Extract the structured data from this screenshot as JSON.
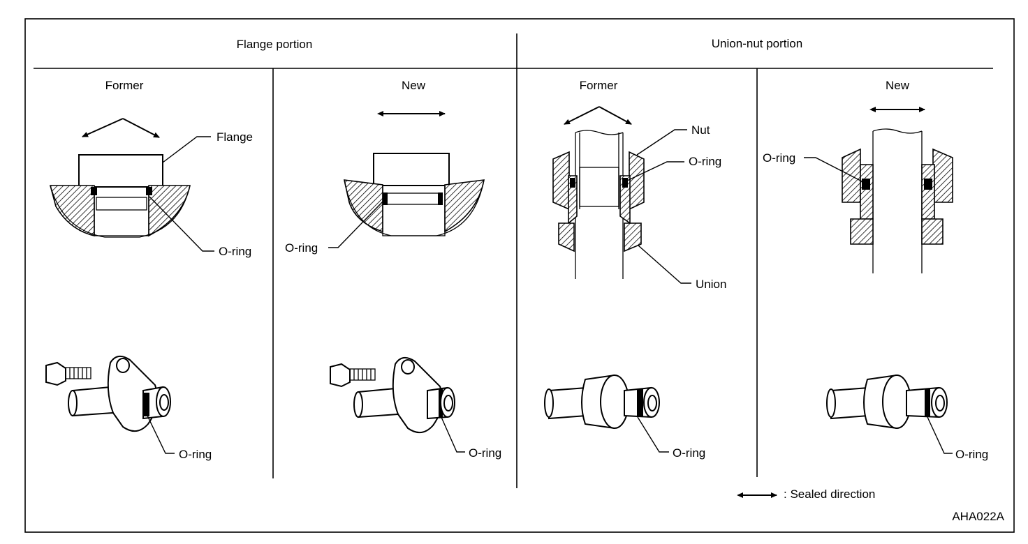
{
  "headers": {
    "flange": "Flange portion",
    "union_nut": "Union-nut portion"
  },
  "panels": {
    "flange_former": {
      "title": "Former",
      "label_flange": "Flange",
      "label_oring_top": "O-ring",
      "label_oring_bottom": "O-ring"
    },
    "flange_new": {
      "title": "New",
      "label_oring_top": "O-ring",
      "label_oring_bottom": "O-ring"
    },
    "union_former": {
      "title": "Former",
      "label_nut": "Nut",
      "label_oring_top": "O-ring",
      "label_union": "Union",
      "label_oring_bottom": "O-ring"
    },
    "union_new": {
      "title": "New",
      "label_oring_top": "O-ring",
      "label_oring_bottom": "O-ring"
    }
  },
  "legend": {
    "text": ": Sealed direction"
  },
  "figure_code": "AHA022A"
}
